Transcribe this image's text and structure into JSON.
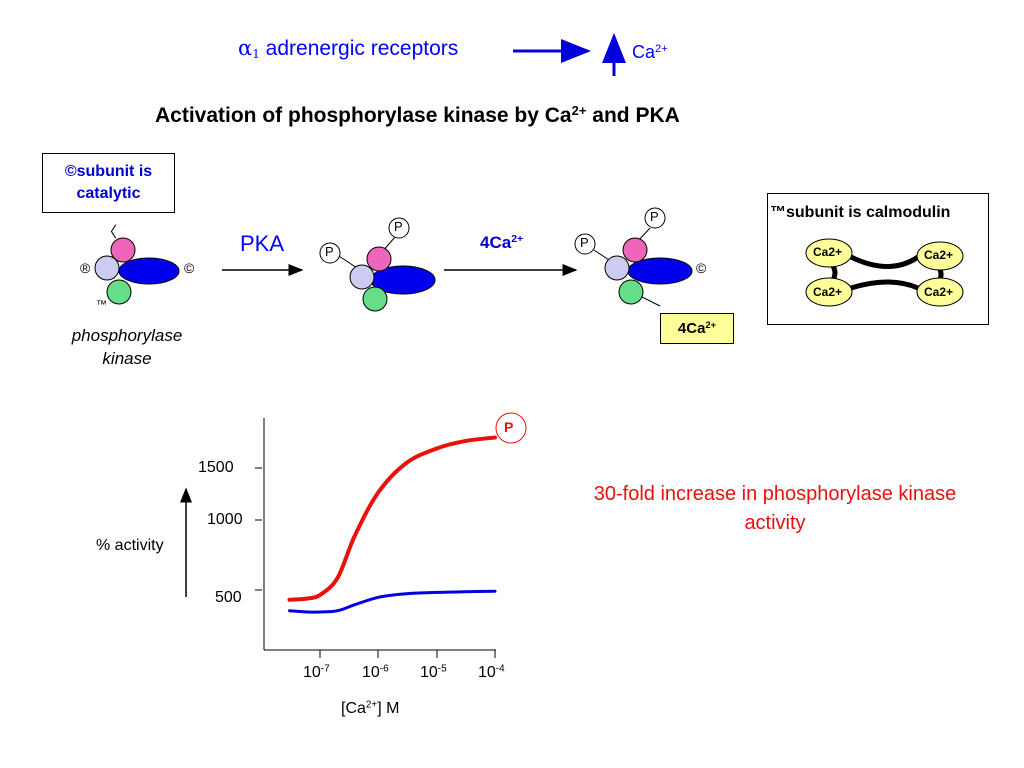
{
  "top": {
    "alpha_symbol": "α",
    "alpha_subscript": "1",
    "receptor_text": " adrenergic receptors",
    "ca_base": "Ca",
    "ca_charge": "2+"
  },
  "title": {
    "text": "Activation of phosphorylase kinase by Ca",
    "charge": "2+",
    "suffix": " and PKA"
  },
  "catalytic_box": {
    "text": "©subunit is catalytic"
  },
  "calmodulin_box": {
    "title": "™subunit is calmodulin",
    "ca_labels": [
      "Ca2+",
      "Ca2+",
      "Ca2+",
      "Ca2+"
    ]
  },
  "kinase": {
    "label": "phosphorylase kinase",
    "subunit_labels": {
      "gamma_tick": "〈",
      "beta": "®",
      "delta": "©",
      "alpha": "™"
    }
  },
  "steps": {
    "pka_label": "PKA",
    "ca_step_base": "4Ca",
    "ca_step_charge": "2+",
    "phospho_label": "P",
    "ca4_box_base": "4Ca",
    "ca4_box_charge": "2+",
    "right_delta_label": "©"
  },
  "graph": {
    "y_axis_label": "% activity",
    "y_ticks": [
      "1500",
      "1000",
      "500"
    ],
    "x_ticks": [
      {
        "base": "10",
        "exp": "-7"
      },
      {
        "base": "10",
        "exp": "-6"
      },
      {
        "base": "10",
        "exp": "-5"
      },
      {
        "base": "10",
        "exp": "-4"
      }
    ],
    "x_axis_label_base": "[Ca",
    "x_axis_label_charge": "2+",
    "x_axis_label_suffix": "]  M",
    "p_marker": "P"
  },
  "annotation": {
    "text": "30-fold increase in phosphorylase kinase activity"
  },
  "colors": {
    "blue_subunit": "#0000ee",
    "pink_subunit": "#ee66bb",
    "lavender_subunit": "#ccccf2",
    "green_subunit": "#66dd88",
    "calcium": "#ffff99",
    "red_curve": "#e8120c",
    "blue_curve": "#0000dd"
  },
  "chart_data": {
    "type": "line",
    "title": "",
    "xlabel": "[Ca2+]  M",
    "ylabel": "% activity",
    "x_scale": "log",
    "x_ticks": [
      "10-7",
      "10-6",
      "10-5",
      "10-4"
    ],
    "y_ticks": [
      500,
      1000,
      1500
    ],
    "series": [
      {
        "name": "P",
        "color": "#e8120c",
        "x": [
          3e-08,
          6e-08,
          1e-07,
          2e-07,
          4e-07,
          1e-06,
          3e-06,
          1e-05,
          3e-05,
          0.0001
        ],
        "y": [
          420,
          430,
          460,
          600,
          950,
          1300,
          1540,
          1660,
          1720,
          1750
        ]
      },
      {
        "name": "",
        "color": "#0000dd",
        "x": [
          3e-08,
          6e-08,
          1e-07,
          2e-07,
          4e-07,
          1e-06,
          3e-06,
          1e-05,
          3e-05,
          0.0001
        ],
        "y": [
          330,
          320,
          320,
          330,
          380,
          440,
          470,
          480,
          485,
          490
        ]
      }
    ]
  }
}
